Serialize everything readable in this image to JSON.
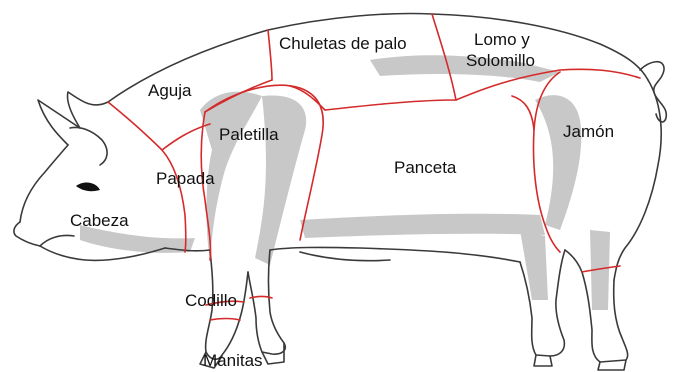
{
  "diagram": {
    "labels": {
      "chuletas": "Chuletas de palo",
      "lomo_line1": "Lomo y",
      "lomo_line2": "Solomillo",
      "aguja": "Aguja",
      "paletilla": "Paletilla",
      "jamon": "Jamón",
      "panceta": "Panceta",
      "papada": "Papada",
      "cabeza": "Cabeza",
      "codillo": "Codillo",
      "manitas": "Manitas"
    },
    "colors": {
      "outline": "#3a3a3a",
      "cut_line": "#d42a2a",
      "shading": "#c8c8c8",
      "eye": "#111111"
    }
  }
}
